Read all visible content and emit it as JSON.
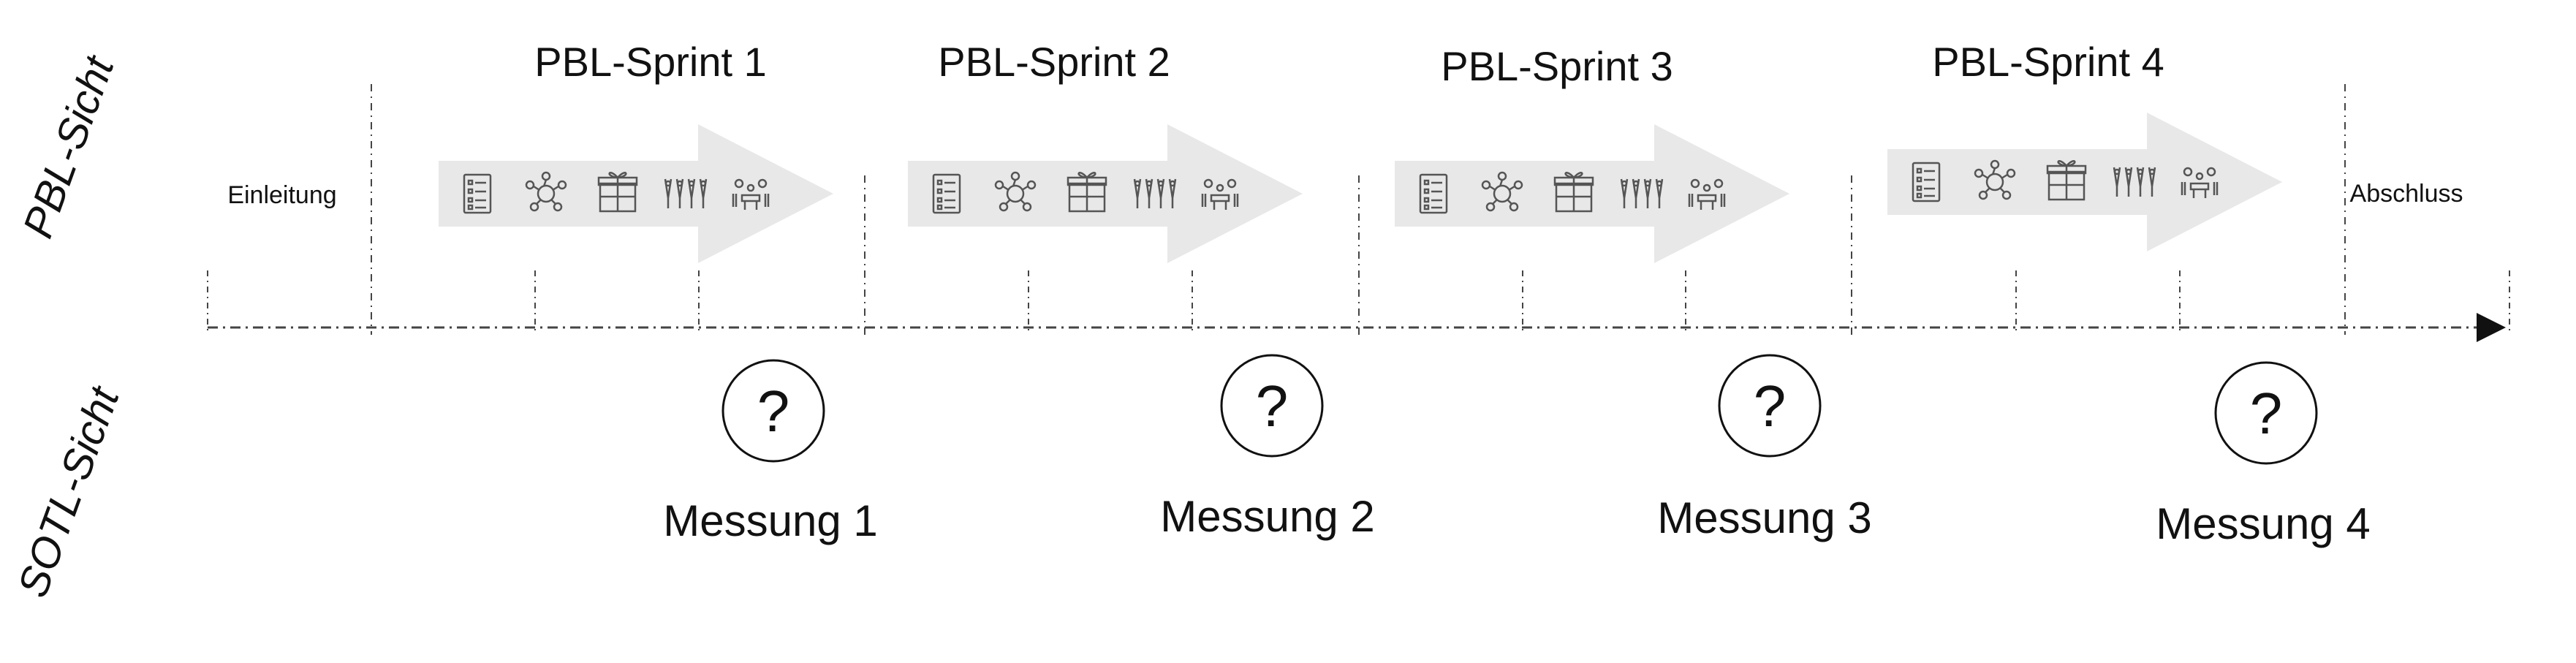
{
  "views": {
    "top": "PBL-Sicht",
    "bottom": "SOTL-Sicht"
  },
  "phases": {
    "intro": "Einleitung",
    "outro": "Abschluss"
  },
  "sprints": [
    {
      "label": "PBL-Sprint 1",
      "icons": [
        "checklist-icon",
        "collaboration-icon",
        "gift-box-icon",
        "group-people-icon",
        "meeting-icon"
      ]
    },
    {
      "label": "PBL-Sprint 2",
      "icons": [
        "checklist-icon",
        "collaboration-icon",
        "gift-box-icon",
        "group-people-icon",
        "meeting-icon"
      ]
    },
    {
      "label": "PBL-Sprint 3",
      "icons": [
        "checklist-icon",
        "collaboration-icon",
        "gift-box-icon",
        "group-people-icon",
        "meeting-icon"
      ]
    },
    {
      "label": "PBL-Sprint 4",
      "icons": [
        "checklist-icon",
        "collaboration-icon",
        "gift-box-icon",
        "group-people-icon",
        "meeting-icon"
      ]
    }
  ],
  "measurements": [
    {
      "label": "Messung 1",
      "symbol": "?"
    },
    {
      "label": "Messung 2",
      "symbol": "?"
    },
    {
      "label": "Messung 3",
      "symbol": "?"
    },
    {
      "label": "Messung 4",
      "symbol": "?"
    }
  ],
  "colors": {
    "arrow_fill": "#e8e8e8",
    "line": "#444444",
    "icon": "#555555",
    "text": "#111111"
  }
}
